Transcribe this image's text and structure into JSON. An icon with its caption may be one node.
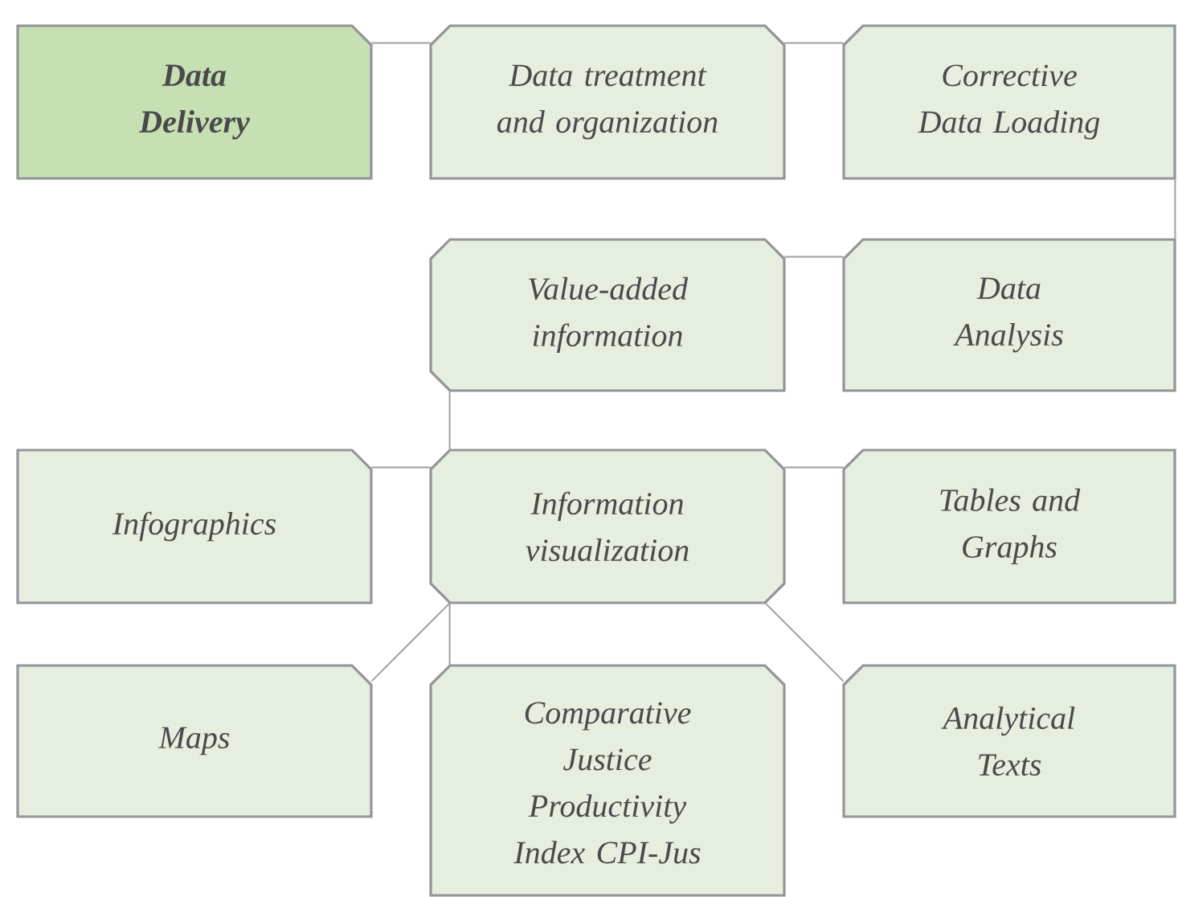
{
  "diagram": {
    "nodes": [
      {
        "text": [
          "Data Delivery"
        ]
      },
      {
        "text": [
          "Data treatment and organization"
        ]
      },
      {
        "text": [
          "Corrective Data Loading"
        ]
      },
      {
        "text": [
          "Value-added information"
        ]
      },
      {
        "text": [
          "Data Analysis"
        ]
      },
      {
        "text": [
          "Infographics"
        ]
      },
      {
        "text": [
          "Information visualization"
        ]
      },
      {
        "text": [
          "Tables and Graphs"
        ]
      },
      {
        "text": [
          "Maps"
        ]
      },
      {
        "text": [
          "Comparative Justice Productivity Index CPI-Jus"
        ]
      },
      {
        "text": [
          "Analytical Texts"
        ]
      }
    ],
    "edges": [
      {
        "from": 0,
        "to": 1,
        "arrow": "none"
      },
      {
        "from": 1,
        "to": 2,
        "arrow": "none"
      },
      {
        "from": 2,
        "to": 4,
        "arrow": "none"
      },
      {
        "from": 4,
        "to": 3,
        "arrow": "none"
      },
      {
        "from": 3,
        "to": 6,
        "arrow": "none"
      },
      {
        "from": 6,
        "to": 5,
        "arrow": "none"
      },
      {
        "from": 6,
        "to": 7,
        "arrow": "none"
      },
      {
        "from": 6,
        "to": 8,
        "arrow": "none"
      },
      {
        "from": 6,
        "to": 9,
        "arrow": "none"
      },
      {
        "from": 6,
        "to": 10,
        "arrow": "none"
      }
    ]
  }
}
